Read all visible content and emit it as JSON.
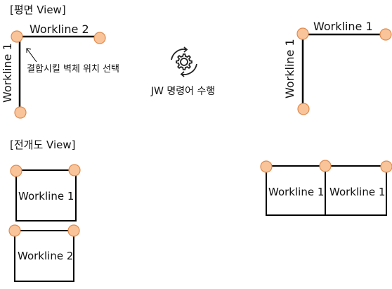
{
  "plan_view": {
    "title": "[평면 View]",
    "left_diagram": {
      "vertical_label": "Workline 1",
      "horizontal_label": "Workline 2",
      "annotation": "결합시킬 벽체 위치 선택"
    },
    "right_diagram": {
      "vertical_label": "Workline 1",
      "horizontal_label": "Workline 1"
    }
  },
  "command": {
    "label": "JW 명령어 수행",
    "icon": "gear-sync-icon"
  },
  "elevation_view": {
    "title": "[전개도 View]",
    "left_boxes": [
      "Workline 1",
      "Workline 2"
    ],
    "right_boxes": [
      "Workline 1",
      "Workline 1"
    ]
  },
  "colors": {
    "node_fill": "#f9c49a",
    "node_stroke": "#e08a4c",
    "line": "#000000"
  }
}
